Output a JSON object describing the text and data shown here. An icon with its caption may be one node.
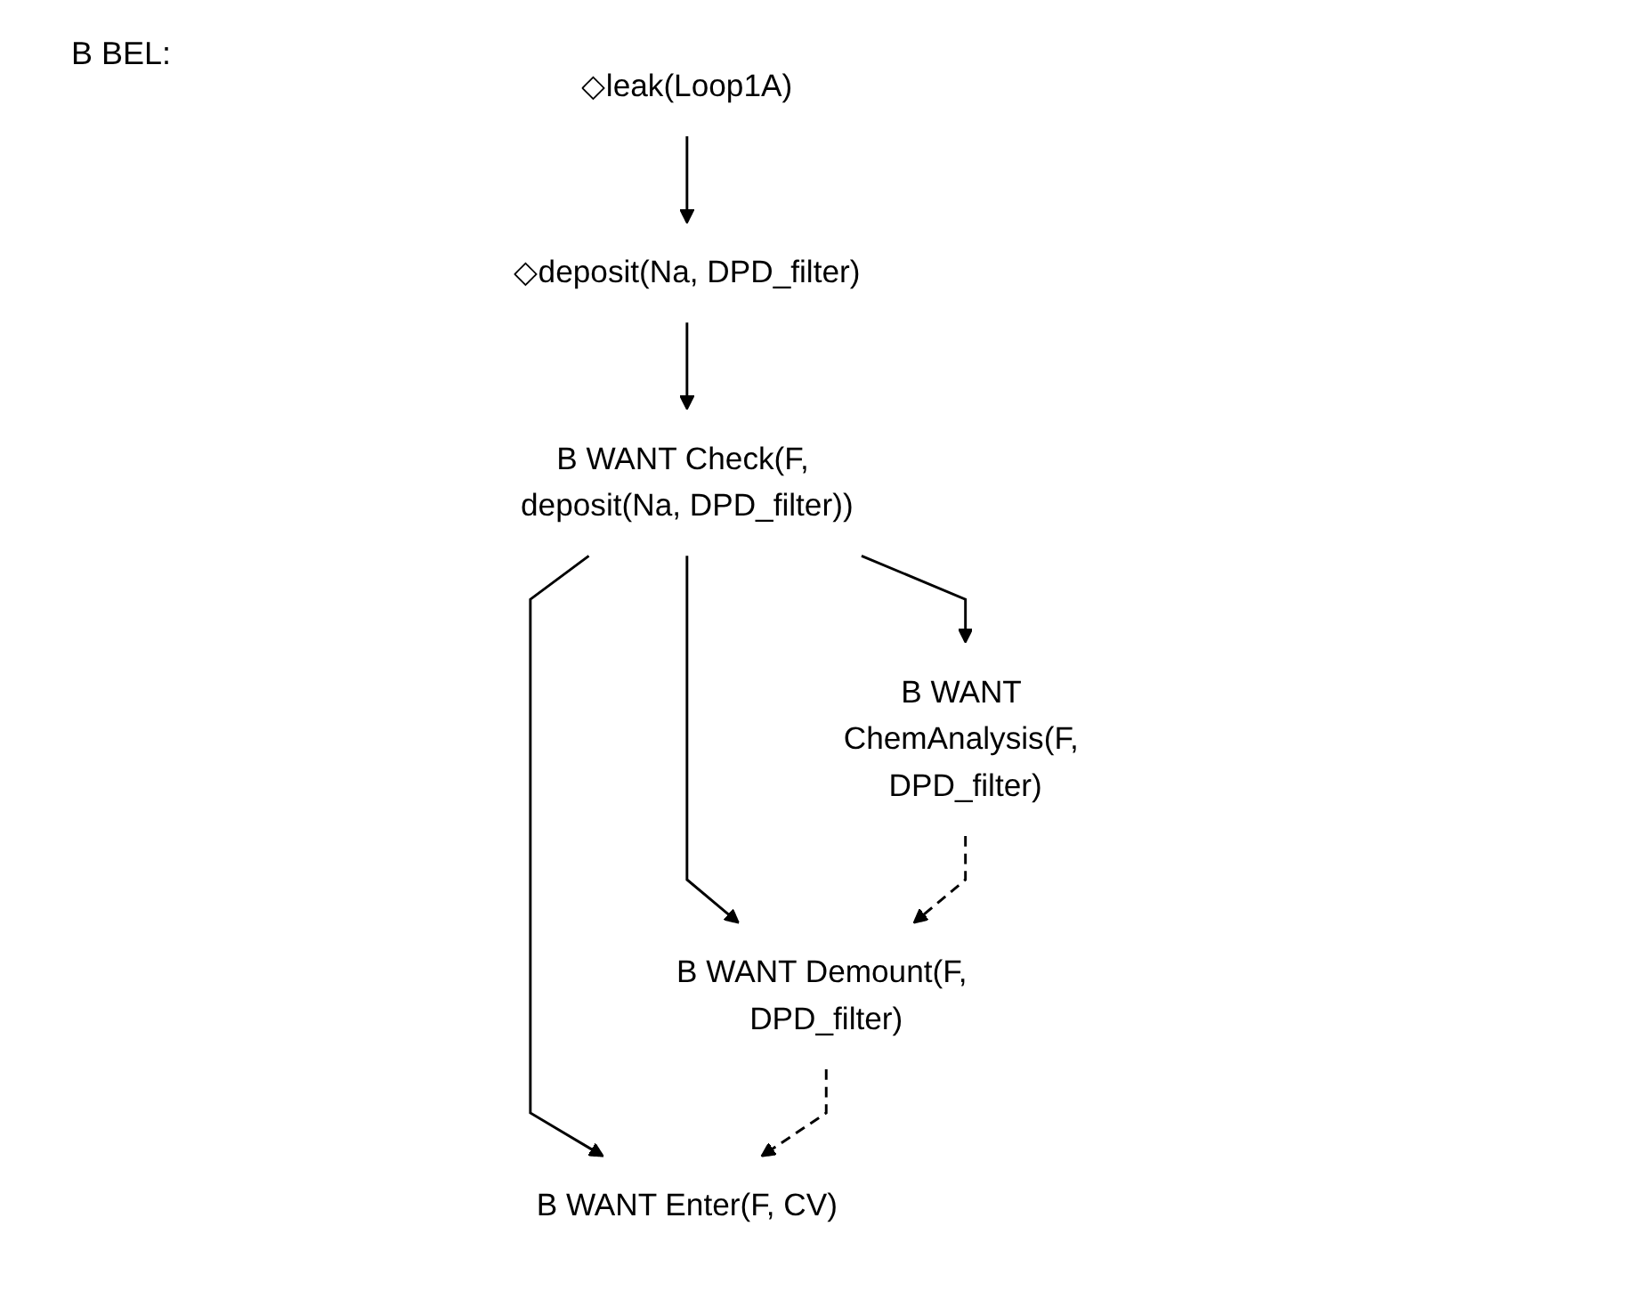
{
  "diagram": {
    "nodes": [
      {
        "text": [
          "◇leak(Loop1A)"
        ]
      },
      {
        "text": [
          "◇deposit(Na, DPD_filter)"
        ]
      },
      {
        "text": [
          "B WANT Check(F, deposit(Na, DPD_filter))"
        ]
      },
      {
        "text": [
          "B WANT ChemAnalysis(F, DPD_filter)"
        ]
      },
      {
        "text": [
          "B WANT Demount(F, DPD_filter)"
        ]
      },
      {
        "text": [
          "B WANT Enter(F, CV)"
        ]
      }
    ],
    "edges": [
      {
        "from": 0,
        "to": 1,
        "arrow": "to"
      },
      {
        "from": 1,
        "to": 2,
        "arrow": "to"
      },
      {
        "from": 2,
        "to": 3,
        "arrow": "to"
      },
      {
        "from": 2,
        "to": 4,
        "arrow": "to"
      },
      {
        "from": 2,
        "to": 5,
        "arrow": "to"
      },
      {
        "from": 3,
        "to": 4,
        "arrow": "to",
        "style": "dashed"
      },
      {
        "from": 4,
        "to": 5,
        "arrow": "to",
        "style": "dashed"
      }
    ],
    "labels": [
      "B BEL:"
    ]
  }
}
